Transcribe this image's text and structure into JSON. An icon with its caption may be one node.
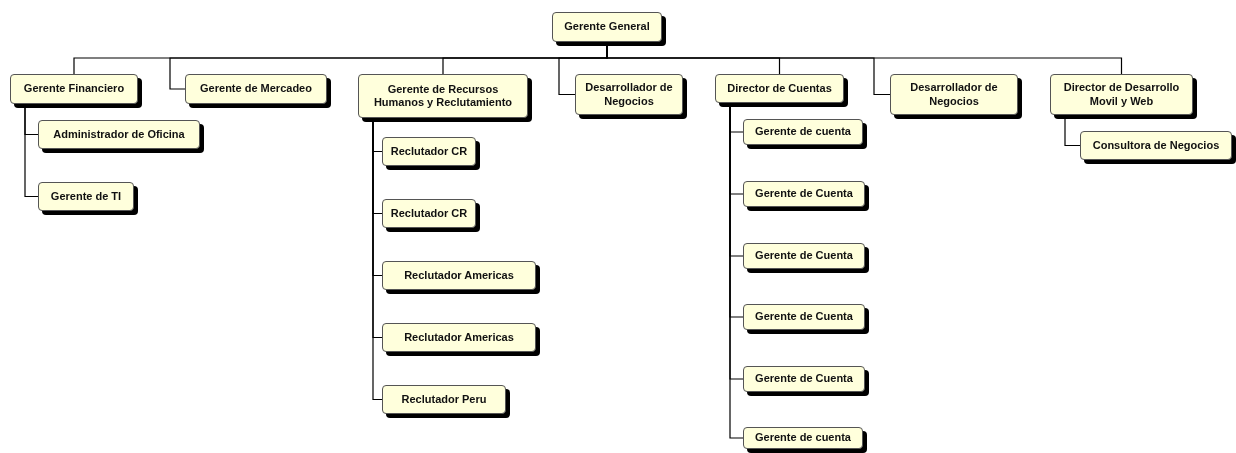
{
  "diagram": {
    "nodes": [
      {
        "text": [
          "Gerente General"
        ]
      },
      {
        "text": [
          "Gerente Financiero"
        ]
      },
      {
        "text": [
          "Gerente de Mercadeo"
        ]
      },
      {
        "text": [
          "Gerente de Recursos Humanos y Reclutamiento"
        ]
      },
      {
        "text": [
          "Desarrollador de Negocios"
        ]
      },
      {
        "text": [
          "Director de Cuentas"
        ]
      },
      {
        "text": [
          "Desarrollador de Negocios"
        ]
      },
      {
        "text": [
          "Director de Desarrollo Movil y Web"
        ]
      },
      {
        "text": [
          "Administrador de Oficina"
        ]
      },
      {
        "text": [
          "Gerente de TI"
        ]
      },
      {
        "text": [
          "Reclutador CR"
        ]
      },
      {
        "text": [
          "Reclutador CR"
        ]
      },
      {
        "text": [
          "Reclutador Americas"
        ]
      },
      {
        "text": [
          "Reclutador Americas"
        ]
      },
      {
        "text": [
          "Reclutador Peru"
        ]
      },
      {
        "text": [
          "Gerente de cuenta"
        ]
      },
      {
        "text": [
          "Gerente de Cuenta"
        ]
      },
      {
        "text": [
          "Gerente de Cuenta"
        ]
      },
      {
        "text": [
          "Gerente de Cuenta"
        ]
      },
      {
        "text": [
          "Gerente de Cuenta"
        ]
      },
      {
        "text": [
          "Gerente de cuenta"
        ]
      },
      {
        "text": [
          "Consultora de Negocios"
        ]
      }
    ],
    "edges": [
      {
        "from": 0,
        "to": 1,
        "arrow": "none"
      },
      {
        "from": 0,
        "to": 2,
        "arrow": "none"
      },
      {
        "from": 0,
        "to": 3,
        "arrow": "none"
      },
      {
        "from": 0,
        "to": 4,
        "arrow": "none"
      },
      {
        "from": 0,
        "to": 5,
        "arrow": "none"
      },
      {
        "from": 0,
        "to": 6,
        "arrow": "none"
      },
      {
        "from": 0,
        "to": 7,
        "arrow": "none"
      },
      {
        "from": 1,
        "to": 8,
        "arrow": "none"
      },
      {
        "from": 1,
        "to": 9,
        "arrow": "none"
      },
      {
        "from": 3,
        "to": 10,
        "arrow": "none"
      },
      {
        "from": 3,
        "to": 11,
        "arrow": "none"
      },
      {
        "from": 3,
        "to": 12,
        "arrow": "none"
      },
      {
        "from": 3,
        "to": 13,
        "arrow": "none"
      },
      {
        "from": 3,
        "to": 14,
        "arrow": "none"
      },
      {
        "from": 5,
        "to": 15,
        "arrow": "none"
      },
      {
        "from": 5,
        "to": 16,
        "arrow": "none"
      },
      {
        "from": 5,
        "to": 17,
        "arrow": "none"
      },
      {
        "from": 5,
        "to": 18,
        "arrow": "none"
      },
      {
        "from": 5,
        "to": 19,
        "arrow": "none"
      },
      {
        "from": 5,
        "to": 20,
        "arrow": "none"
      },
      {
        "from": 7,
        "to": 21,
        "arrow": "none"
      }
    ]
  }
}
